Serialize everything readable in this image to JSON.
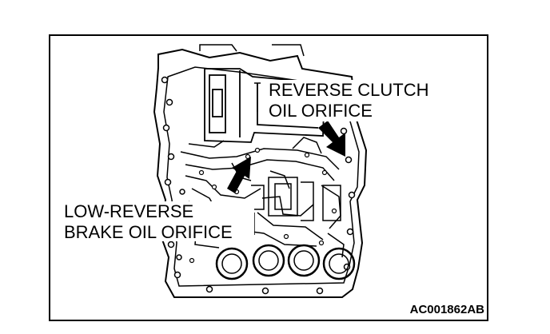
{
  "labels": {
    "reverse_clutch_line1": "REVERSE CLUTCH",
    "reverse_clutch_line2": "OIL ORIFICE",
    "low_reverse_line1": "LOW-REVERSE",
    "low_reverse_line2": "BRAKE OIL ORIFICE"
  },
  "reference_code": "AC001862AB",
  "colors": {
    "line": "#000000",
    "background": "#ffffff"
  }
}
